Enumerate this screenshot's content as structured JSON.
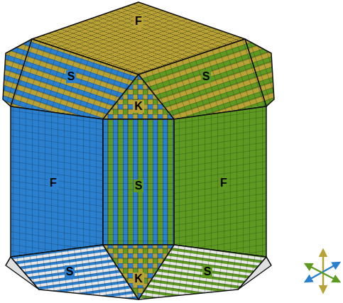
{
  "diagram": {
    "labels": [
      "F",
      "S",
      "S",
      "K",
      "F",
      "S",
      "F",
      "S",
      "S",
      "K"
    ]
  }
}
